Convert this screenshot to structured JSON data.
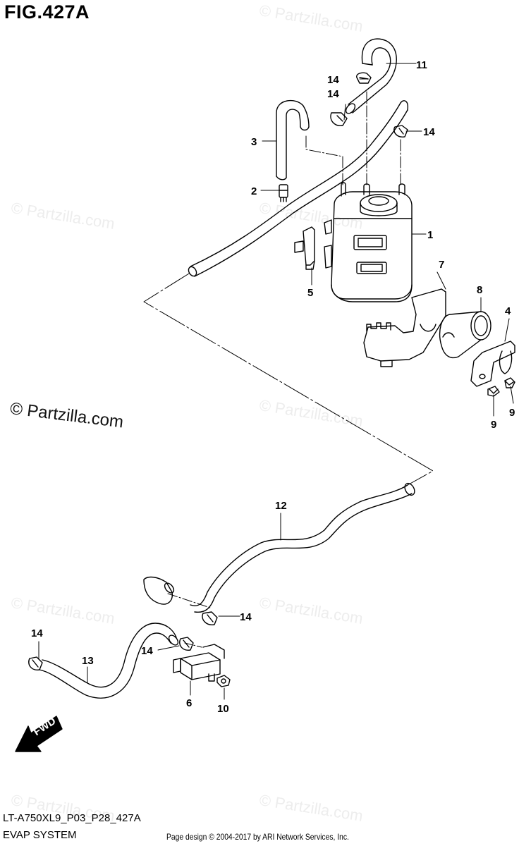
{
  "title": "FIG.427A",
  "footer": {
    "code": "LT-A750XL9_P03_P28_427A",
    "system": "EVAP SYSTEM",
    "credit": "Page design © 2004-2017 by ARI Network Services, Inc."
  },
  "watermark": "© Partzilla.com",
  "callouts": {
    "c1": "1",
    "c2": "2",
    "c3": "3",
    "c4": "4",
    "c5": "5",
    "c6": "6",
    "c7": "7",
    "c8": "8",
    "c9a": "9",
    "c9b": "9",
    "c10": "10",
    "c11": "11",
    "c12": "12",
    "c13": "13",
    "c14a": "14",
    "c14b": "14",
    "c14c": "14",
    "c14d": "14",
    "c14e": "14",
    "c14f": "14"
  },
  "fwd_label": "FWD"
}
